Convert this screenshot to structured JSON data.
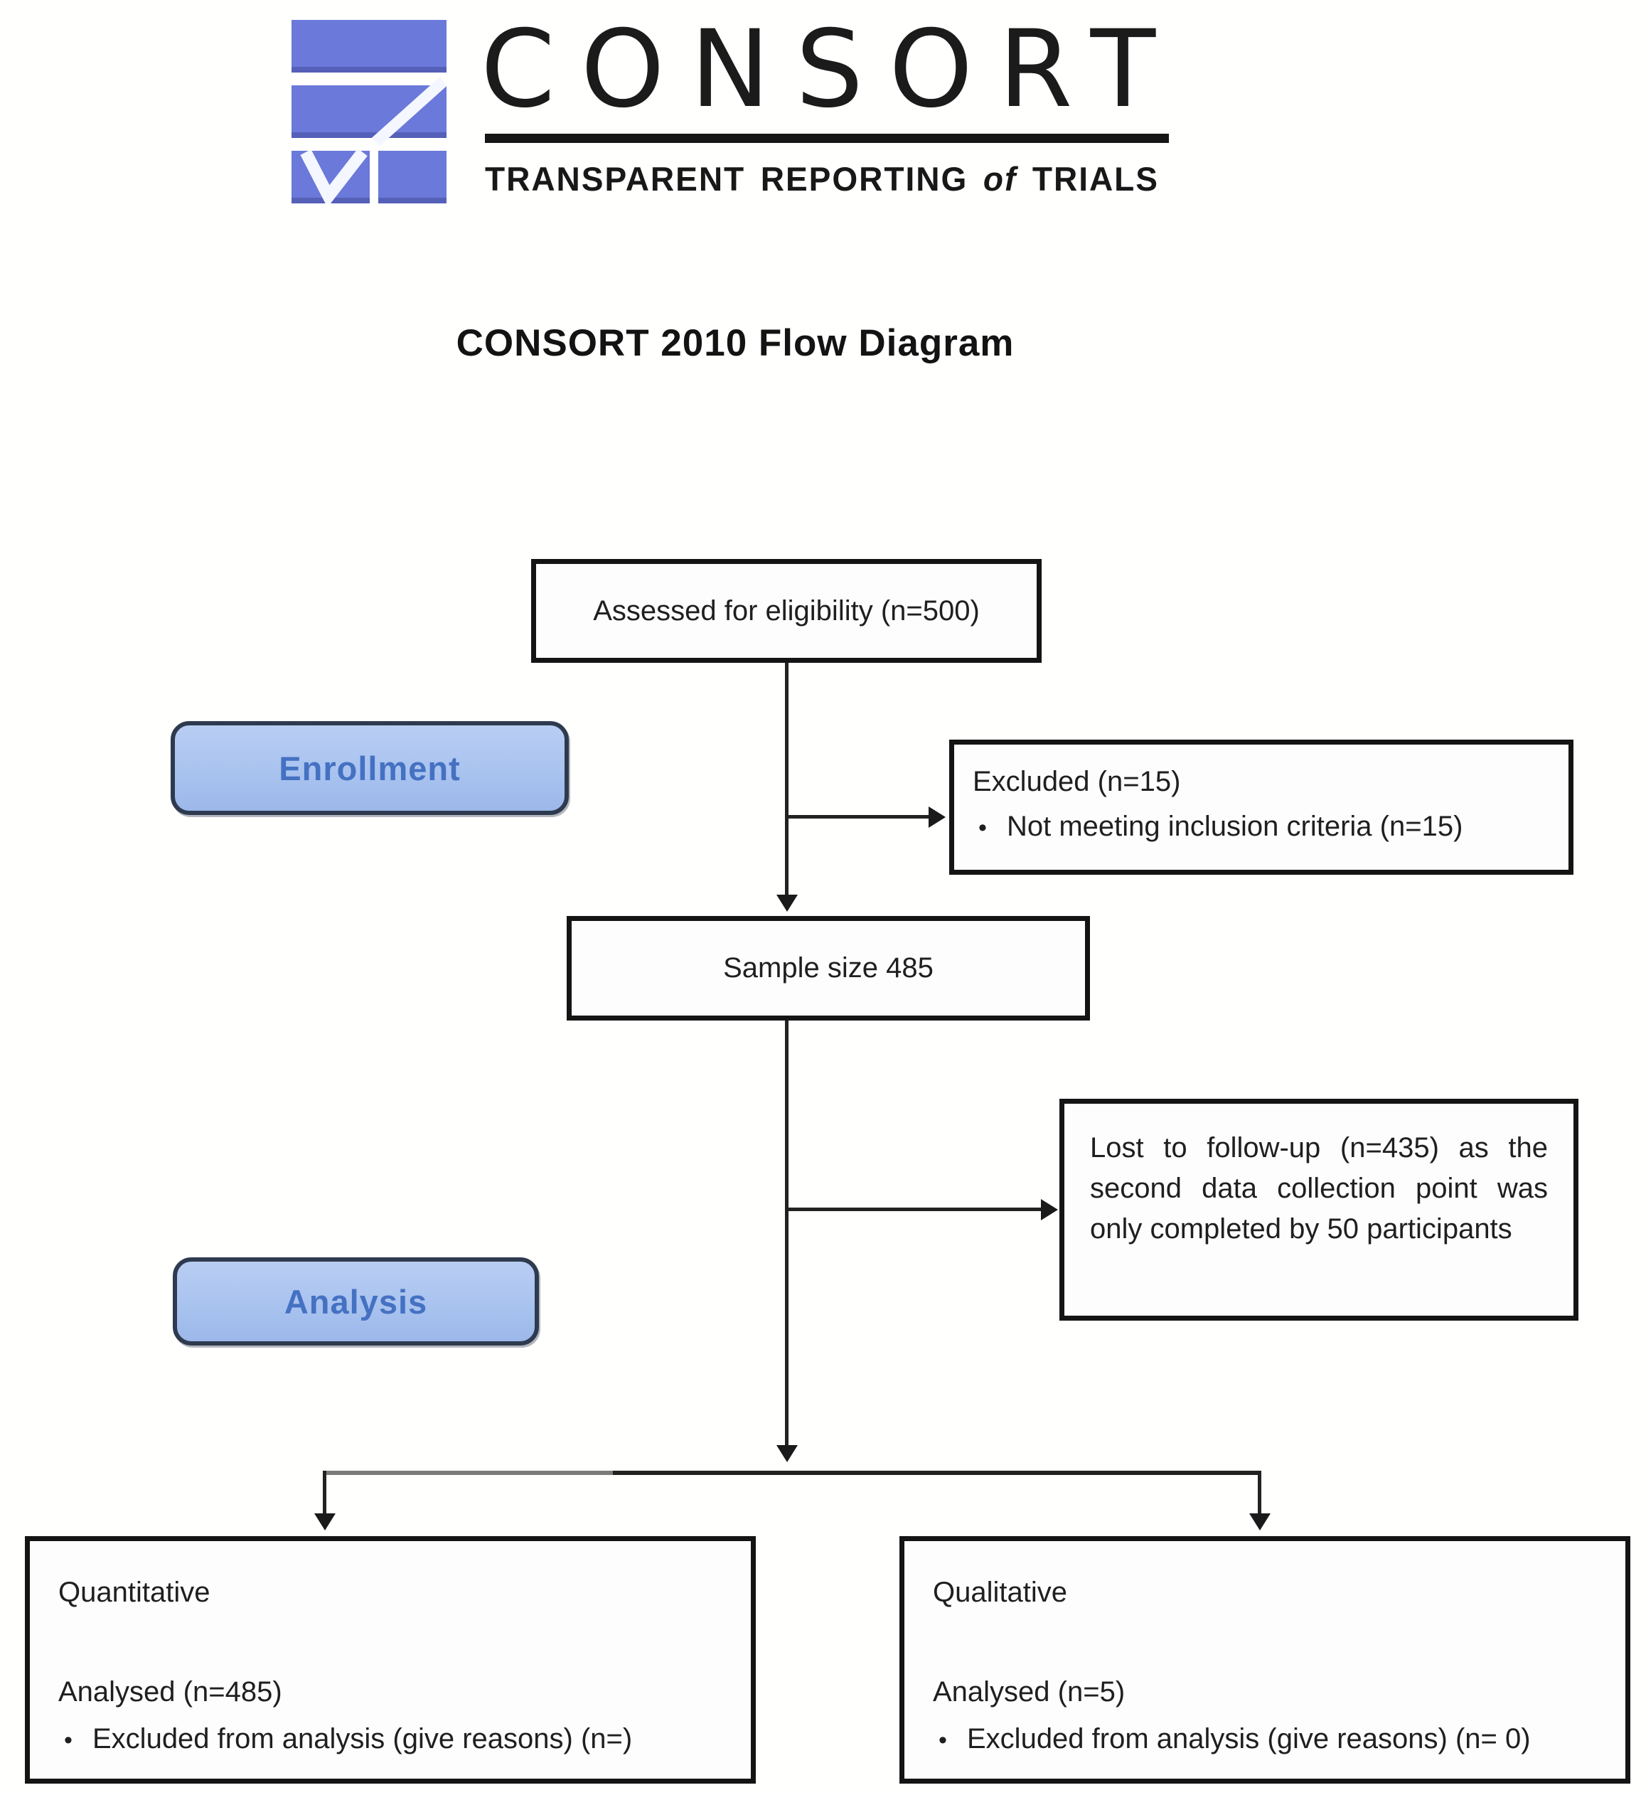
{
  "logo": {
    "wordmark": "CONSORT",
    "tagline_part1": "TRANSPARENT REPORTING",
    "tagline_of": "of",
    "tagline_part2": "TRIALS",
    "mark_color": "#6b79da"
  },
  "title": "CONSORT 2010 Flow Diagram",
  "stages": {
    "enrollment": {
      "label": "Enrollment"
    },
    "analysis": {
      "label": "Analysis"
    }
  },
  "boxes": {
    "assessed": {
      "text": "Assessed for eligibility (n=500)"
    },
    "excluded": {
      "line1": "Excluded (n=15)",
      "bullets": [
        "Not meeting inclusion criteria (n=15)"
      ]
    },
    "sample": {
      "text": "Sample size 485"
    },
    "lost": {
      "text": "Lost to follow-up (n=435) as the second data collection point was only completed by 50 participants"
    },
    "quantitative": {
      "heading": "Quantitative",
      "line": "Analysed (n=485)",
      "bullet": "Excluded from analysis (give reasons) (n=)"
    },
    "qualitative": {
      "heading": "Qualitative",
      "line": "Analysed (n=5)",
      "bullet": "Excluded from analysis (give reasons) (n= 0)"
    }
  },
  "glyphs": {
    "bullet": "•"
  },
  "colors": {
    "logo_blue": "#6b79da",
    "stage_fill": "#a9c3ef",
    "stage_border": "#2e3a4e",
    "stage_text": "#4571c2",
    "box_border": "#141414",
    "connector": "#222222",
    "connector_gray": "#7b7b7b"
  }
}
